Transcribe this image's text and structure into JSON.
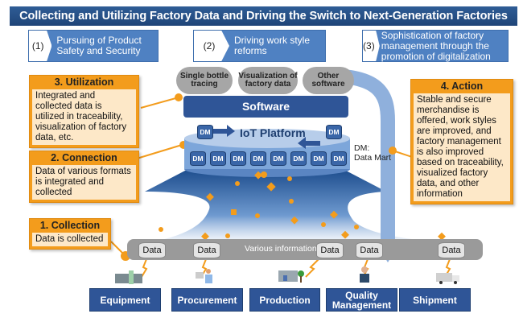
{
  "title": "Collecting and Utilizing Factory Data and Driving the Switch to Next-Generation Factories",
  "goals": [
    {
      "num": "(1)",
      "text": "Pursuing of Product Safety and Security"
    },
    {
      "num": "(2)",
      "text": "Driving work style reforms"
    },
    {
      "num": "(3)",
      "text": "Sophistication of factory management through the promotion of digitalization"
    }
  ],
  "steps": {
    "utilization": {
      "heading": "3. Utilization",
      "body": "Integrated and collected data is utilized in traceability, visualization of factory data, etc."
    },
    "connection": {
      "heading": "2. Connection",
      "body": "Data of various formats is integrated and collected"
    },
    "collection": {
      "heading": "1. Collection",
      "body": "Data is collected"
    },
    "action": {
      "heading": "4. Action",
      "body": "Stable and secure merchandise is offered, work styles are improved, and factory management is also improved based on traceability, visualized factory data, and other information"
    }
  },
  "apps": [
    "Single bottle tracing",
    "Visualization of factory data",
    "Other software"
  ],
  "software_label": "Software",
  "platform_label": "IoT Platform",
  "dm_label": "DM",
  "dm_legend": "DM:\nData Mart",
  "data_bar_label": "Various information",
  "data_label": "Data",
  "categories": [
    "Equipment",
    "Procurement",
    "Production",
    "Quality Management",
    "Shipment"
  ],
  "colors": {
    "navy": "#2f5597",
    "goal_blue": "#4f81c2",
    "orange": "#f39c1c",
    "orange_light": "#fde8c8",
    "gray": "#9a9a9a"
  }
}
